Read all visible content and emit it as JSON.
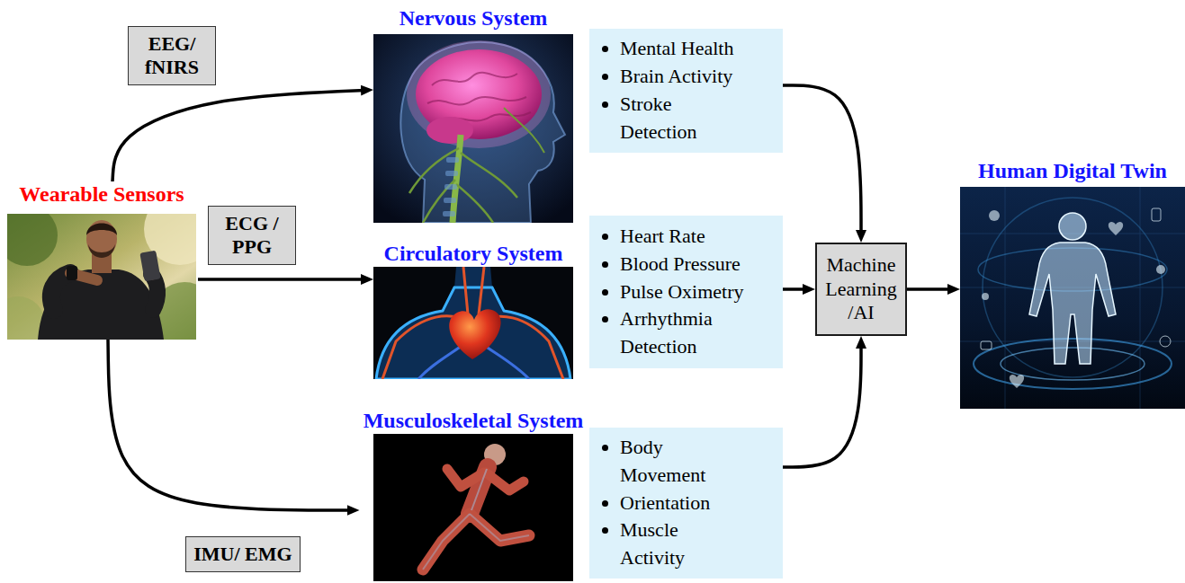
{
  "diagram": {
    "nodes": [
      {
        "text": [
          "Wearable Sensors"
        ]
      },
      {
        "text": [
          "Nervous System"
        ]
      },
      {
        "text": [
          "Mental Health",
          "Brain Activity",
          "Stroke Detection"
        ]
      },
      {
        "text": [
          "Circulatory System"
        ]
      },
      {
        "text": [
          "Heart Rate",
          "Blood Pressure",
          "Pulse Oximetry",
          "Arrhythmia Detection"
        ]
      },
      {
        "text": [
          "Musculoskeletal System"
        ]
      },
      {
        "text": [
          "Body Movement",
          "Orientation",
          "Muscle Activity"
        ]
      },
      {
        "text": [
          "Machine Learning /AI"
        ]
      },
      {
        "text": [
          "Human Digital Twin"
        ]
      }
    ],
    "edges": [
      {
        "from": 0,
        "to": 1,
        "label": "EEG/ fNIRS",
        "arrow": "to"
      },
      {
        "from": 0,
        "to": 3,
        "label": "ECG / PPG",
        "arrow": "to"
      },
      {
        "from": 0,
        "to": 5,
        "label": "IMU/ EMG",
        "arrow": "to"
      },
      {
        "from": 2,
        "to": 7,
        "arrow": "to"
      },
      {
        "from": 4,
        "to": 7,
        "arrow": "to"
      },
      {
        "from": 6,
        "to": 7,
        "arrow": "to"
      },
      {
        "from": 7,
        "to": 8,
        "arrow": "to"
      }
    ]
  }
}
